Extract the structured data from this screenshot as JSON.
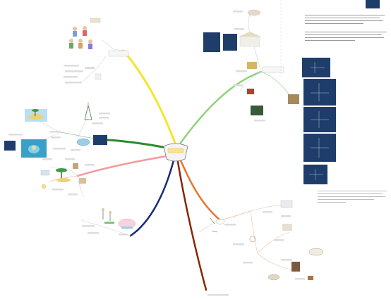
{
  "center": {
    "label": ""
  },
  "colors": {
    "yellow": "#f5e52a",
    "green_light": "#8fd17a",
    "green_dark": "#2a8a2a",
    "pink": "#f29a9a",
    "navy": "#1a2a7a",
    "brown": "#8b2500",
    "orange": "#e8742a",
    "pic_dark": "#1f3d6b"
  },
  "branches": [
    {
      "name": "yellow-branch",
      "color": "yellow"
    },
    {
      "name": "light-green-branch",
      "color": "green_light"
    },
    {
      "name": "dark-green-branch",
      "color": "green_dark"
    },
    {
      "name": "pink-branch",
      "color": "pink"
    },
    {
      "name": "navy-branch",
      "color": "navy"
    },
    {
      "name": "brown-branch",
      "color": "brown"
    },
    {
      "name": "orange-branch",
      "color": "orange"
    }
  ],
  "notes": {
    "top_right_block": [],
    "bottom_right_block": []
  }
}
